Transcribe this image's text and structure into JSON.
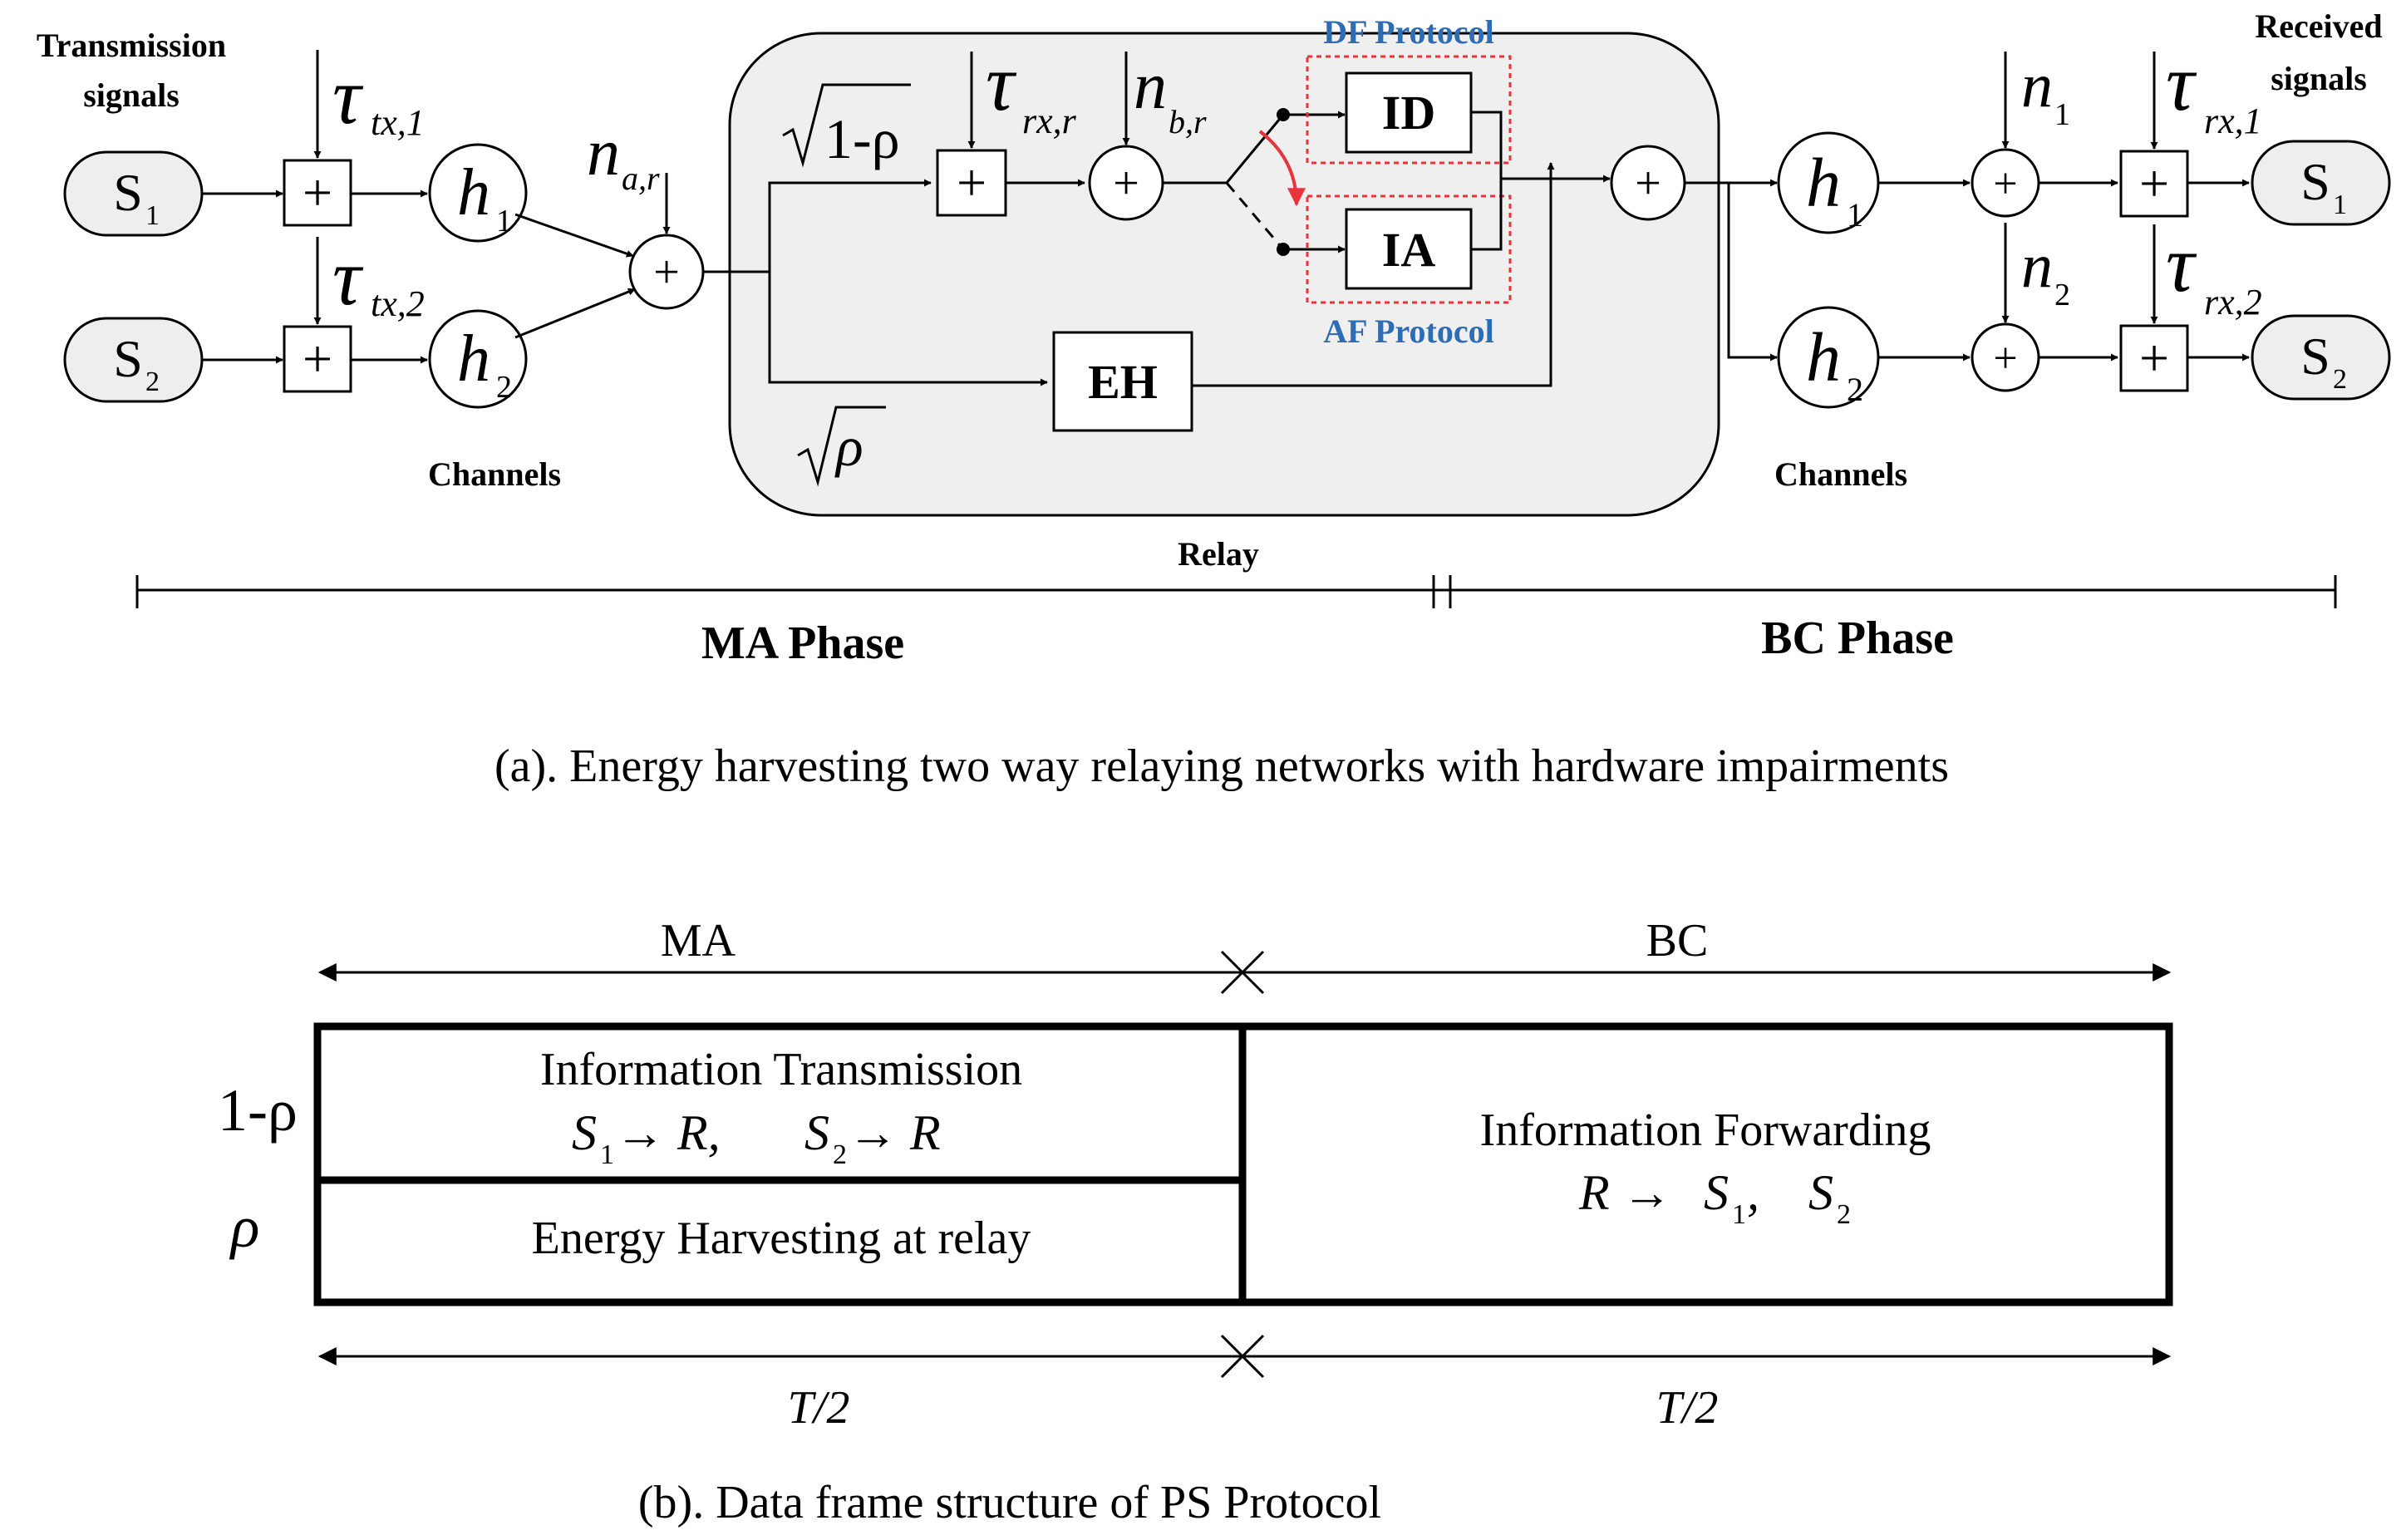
{
  "figure_a": {
    "caption": "(a). Energy harvesting two way relaying networks with hardware impairments",
    "transmission_signals": [
      "Transmission",
      "signals"
    ],
    "received_signals": [
      "Received",
      "signals"
    ],
    "sources": [
      {
        "base": "S",
        "sub": "1"
      },
      {
        "base": "S",
        "sub": "2"
      }
    ],
    "tx_impairments": [
      {
        "base": "τ",
        "sub": "tx,1"
      },
      {
        "base": "τ",
        "sub": "tx,2"
      }
    ],
    "channels": [
      {
        "base": "h",
        "sub": "1"
      },
      {
        "base": "h",
        "sub": "2"
      }
    ],
    "channels_label": "Channels",
    "relay_noise_a": {
      "base": "n",
      "sub": "a,r"
    },
    "relay": {
      "label": "Relay",
      "sqrt_one_minus_rho": "1-ρ",
      "sqrt_rho": "ρ",
      "rx_impairment": {
        "base": "τ",
        "sub": "rx,r"
      },
      "noise_b": {
        "base": "n",
        "sub": "b,r"
      },
      "id_block": "ID",
      "ia_block": "IA",
      "eh_block": "EH",
      "df_protocol": "DF Protocol",
      "af_protocol": "AF Protocol"
    },
    "bc_channels": [
      {
        "base": "h",
        "sub": "1"
      },
      {
        "base": "h",
        "sub": "2"
      }
    ],
    "bc_channels_label": "Channels",
    "dest_noises": [
      {
        "base": "n",
        "sub": "1"
      },
      {
        "base": "n",
        "sub": "2"
      }
    ],
    "rx_impairments": [
      {
        "base": "τ",
        "sub": "rx,1"
      },
      {
        "base": "τ",
        "sub": "rx,2"
      }
    ],
    "received": [
      {
        "base": "S",
        "sub": "1"
      },
      {
        "base": "S",
        "sub": "2"
      }
    ],
    "ma_phase": "MA Phase",
    "bc_phase": "BC Phase"
  },
  "figure_b": {
    "caption": "(b). Data frame structure of PS Protocol",
    "ma_label": "MA",
    "bc_label": "BC",
    "rho_top": "1-ρ",
    "rho_bottom": "ρ",
    "info_transmission": {
      "title": "Information Transmission",
      "eq1": {
        "base": "S",
        "sub": "1",
        "rest": " → R,"
      },
      "eq2": {
        "base": "S",
        "sub": "2",
        "rest": " → R"
      }
    },
    "energy_harvesting": "Energy Harvesting at relay",
    "info_forwarding": {
      "title": "Information Forwarding",
      "eq1": {
        "pre": "R → ",
        "base": "S",
        "sub": "1",
        "rest": ","
      },
      "eq2": {
        "base": "S",
        "sub": "2"
      }
    },
    "duration_left": "T/2",
    "duration_right": "T/2"
  },
  "colors": {
    "relay_fill": "#efefef",
    "terminal_fill": "#eeeeee",
    "protocol_text": "#2e6db4",
    "protocol_box": "#e8333a",
    "switch_arrow": "#e8333a"
  }
}
